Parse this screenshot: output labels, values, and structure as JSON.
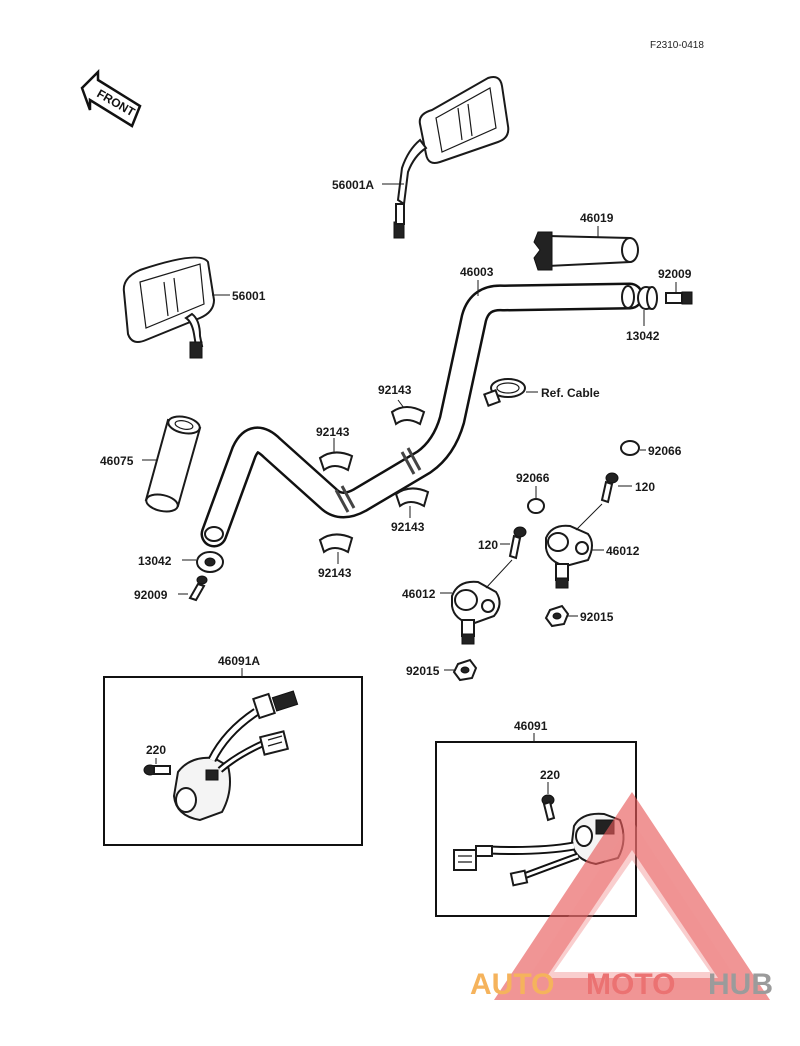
{
  "drawing_code": "F2310-0418",
  "front_label": "FRONT",
  "parts": {
    "mirror_right": "56001A",
    "mirror_left": "56001",
    "grip_right": "46019",
    "handlebar": "46003",
    "bolt_right_end": "92009",
    "weight_right": "13042",
    "ref_cable": "Ref. Cable",
    "grip_left": "46075",
    "shim_a": "92143",
    "shim_b": "92143",
    "shim_c": "92143",
    "shim_d": "92143",
    "cap_a": "92066",
    "cap_b": "92066",
    "bolt_a": "120",
    "bolt_b": "120",
    "holder_a": "46012",
    "holder_b": "46012",
    "weight_left": "13042",
    "bolt_left_end": "92009",
    "nut_a": "92015",
    "nut_b": "92015",
    "switch_left": "46091A",
    "switch_left_screw": "220",
    "switch_right": "46091",
    "switch_right_screw": "220"
  },
  "watermark": {
    "part1": "AUTO",
    "part2": "MOTO",
    "part3": "HUB",
    "color_orange": "#f4a640",
    "color_red": "#e85a5a",
    "color_gray": "#8a8a8a"
  }
}
